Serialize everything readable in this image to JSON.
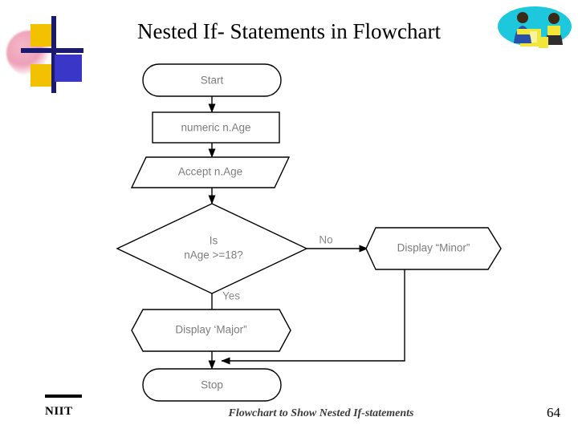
{
  "slide": {
    "title": "Nested If- Statements in Flowchart",
    "footer": {
      "brand": "NIIT",
      "caption": "Flowchart to Show Nested If-statements",
      "page_number": "64"
    }
  },
  "chart_data": {
    "type": "flowchart",
    "title": "Nested If- Statements in Flowchart",
    "nodes": [
      {
        "id": "start",
        "shape": "terminator",
        "label": "Start"
      },
      {
        "id": "declare",
        "shape": "process",
        "label": "numeric n.Age"
      },
      {
        "id": "accept",
        "shape": "data",
        "label": "Accept n.Age"
      },
      {
        "id": "cond",
        "shape": "decision",
        "label_line1": "Is",
        "label_line2": "nAge >=18?"
      },
      {
        "id": "minor",
        "shape": "display",
        "label": "Display “Minor”"
      },
      {
        "id": "major",
        "shape": "display",
        "label": "Display ‘Major”"
      },
      {
        "id": "stop",
        "shape": "terminator",
        "label": "Stop"
      }
    ],
    "edges": [
      {
        "from": "start",
        "to": "declare",
        "label": ""
      },
      {
        "from": "declare",
        "to": "accept",
        "label": ""
      },
      {
        "from": "accept",
        "to": "cond",
        "label": ""
      },
      {
        "from": "cond",
        "to": "minor",
        "label": "No"
      },
      {
        "from": "cond",
        "to": "major",
        "label": "Yes"
      },
      {
        "from": "major",
        "to": "stop",
        "label": ""
      },
      {
        "from": "minor",
        "to": "stop",
        "label": ""
      }
    ],
    "colors": {
      "shape_fill": "#ffffff",
      "shape_stroke": "#000000",
      "text": "#7d7d7d"
    }
  }
}
